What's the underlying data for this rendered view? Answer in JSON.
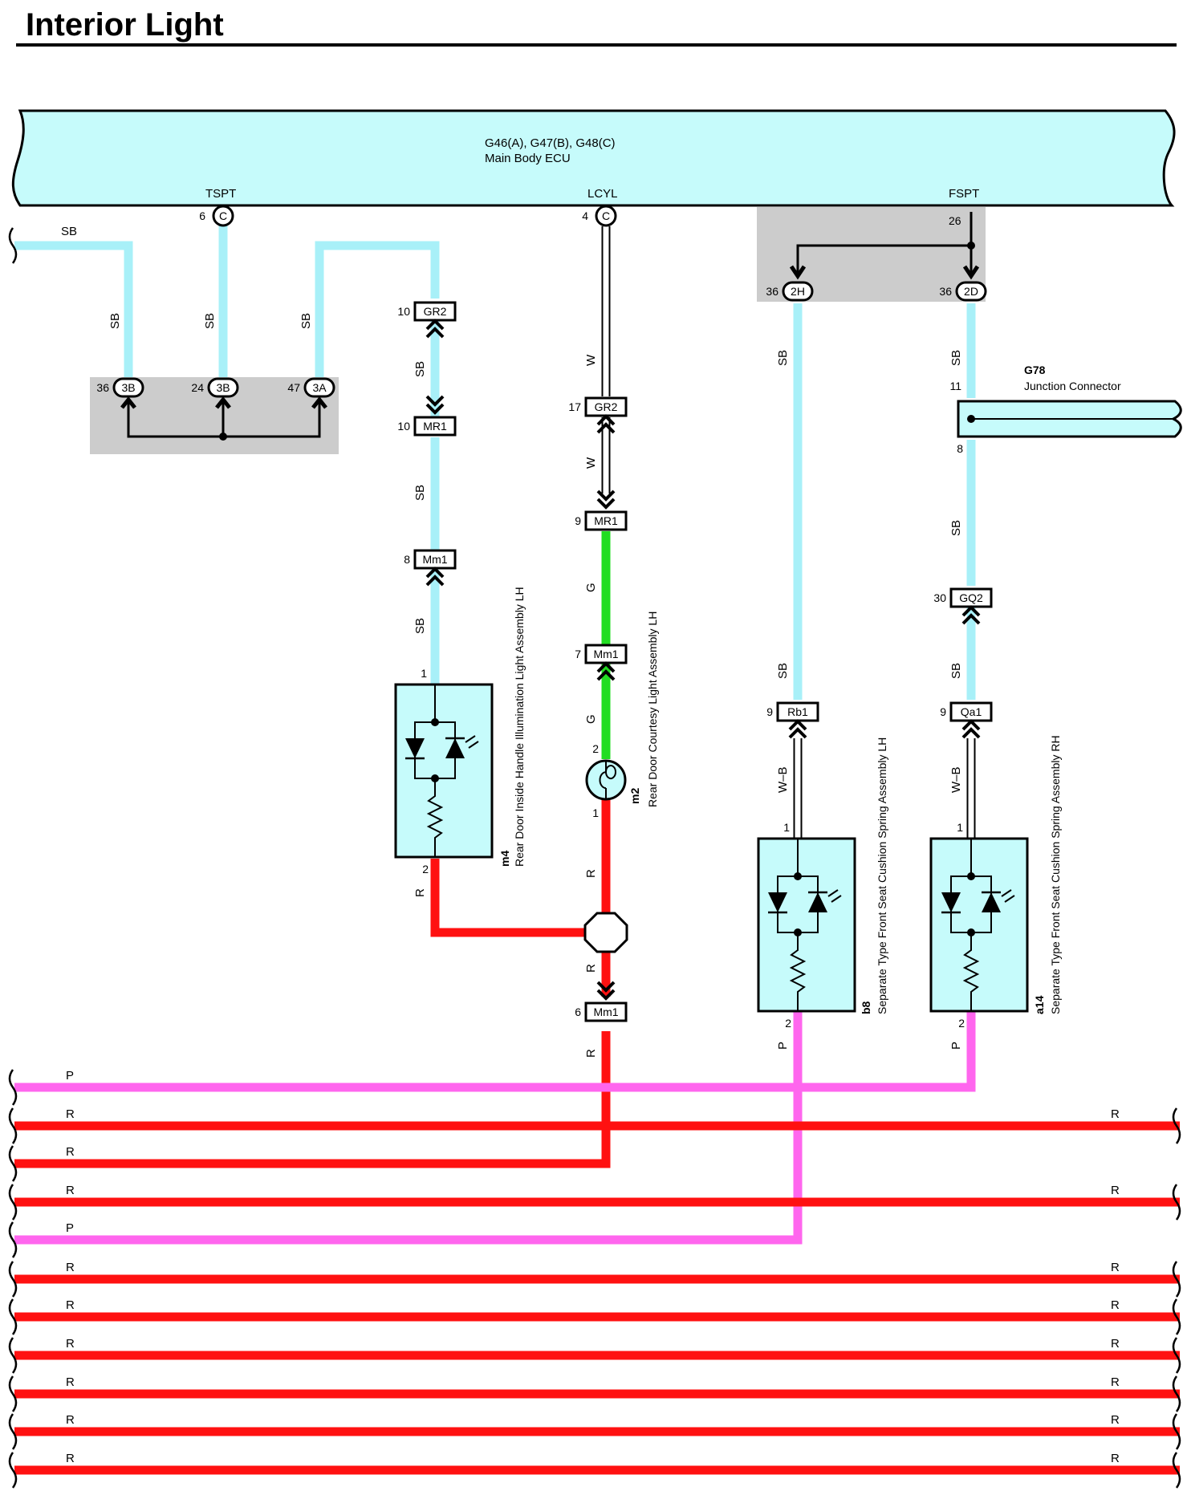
{
  "title": "Interior Light",
  "ecu": {
    "code": "G46(A), G47(B), G48(C)",
    "name": "Main Body ECU",
    "terminals": [
      {
        "name": "TSPT",
        "pin": "6",
        "conn": "C"
      },
      {
        "name": "LCYL",
        "pin": "4",
        "conn": "C"
      },
      {
        "name": "FSPT",
        "pin": "26"
      }
    ]
  },
  "junction_connector": {
    "code": "G78",
    "name": "Junction Connector",
    "pin_in": "11",
    "pin_out": "8"
  },
  "splice_pins": [
    {
      "pin": "36",
      "conn": "3B"
    },
    {
      "pin": "24",
      "conn": "3B"
    },
    {
      "pin": "47",
      "conn": "3A"
    },
    {
      "pin": "36",
      "conn": "2H"
    },
    {
      "pin": "36",
      "conn": "2D"
    }
  ],
  "connectors": [
    {
      "pin": "10",
      "label": "GR2"
    },
    {
      "pin": "10",
      "label": "MR1"
    },
    {
      "pin": "8",
      "label": "Mm1"
    },
    {
      "pin": "17",
      "label": "GR2"
    },
    {
      "pin": "9",
      "label": "MR1"
    },
    {
      "pin": "7",
      "label": "Mm1"
    },
    {
      "pin": "6",
      "label": "Mm1"
    },
    {
      "pin": "9",
      "label": "Rb1"
    },
    {
      "pin": "30",
      "label": "GQ2"
    },
    {
      "pin": "9",
      "label": "Qa1"
    }
  ],
  "components": [
    {
      "code": "m4",
      "name": "Rear Door Inside Handle Illumination Light Assembly LH",
      "pin_top": "1",
      "pin_bottom": "2"
    },
    {
      "code": "m2",
      "name": "Rear Door Courtesy Light Assembly LH",
      "pin_top": "2",
      "pin_bottom": "1"
    },
    {
      "code": "b8",
      "name": "Separate Type Front Seat Cushion Spring Assembly LH",
      "pin_top": "1",
      "pin_bottom": "2"
    },
    {
      "code": "a14",
      "name": "Separate Type Front Seat Cushion Spring Assembly RH",
      "pin_top": "1",
      "pin_bottom": "2"
    }
  ],
  "wire_colors": {
    "SB": "#a8f0f8",
    "W": "#ffffff",
    "G": "#22dd22",
    "R": "#ff1111",
    "P": "#ff66ee",
    "WB": "#ffffff"
  },
  "wire_labels": {
    "sb": "SB",
    "w": "W",
    "g": "G",
    "r": "R",
    "p": "P",
    "wb": "W–B"
  },
  "buses": [
    "P",
    "R",
    "R",
    "R",
    "P",
    "R",
    "R",
    "R",
    "R",
    "R",
    "R"
  ]
}
